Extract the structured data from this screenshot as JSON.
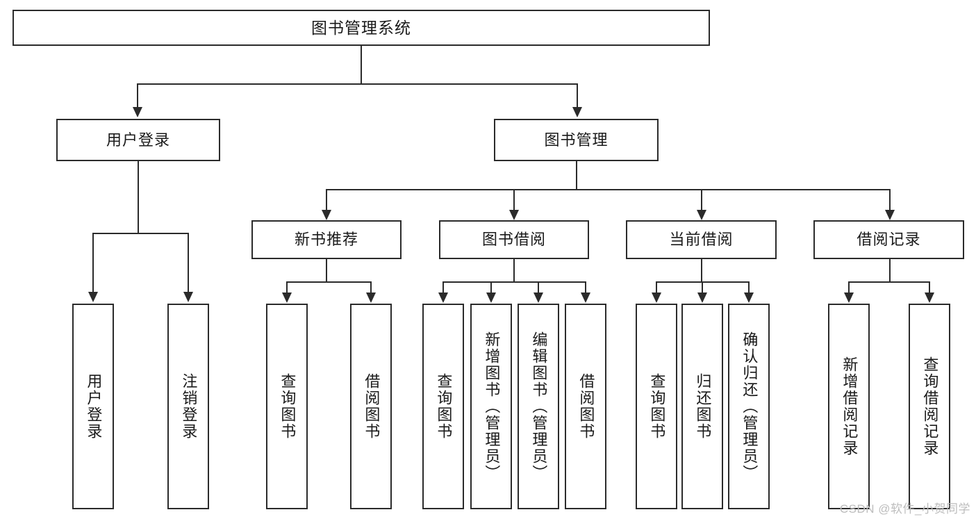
{
  "diagram": {
    "type": "tree-hierarchy",
    "title": "图书管理系统",
    "root": {
      "label": "图书管理系统"
    },
    "level1": [
      {
        "id": "user-login",
        "label": "用户登录"
      },
      {
        "id": "book-manage",
        "label": "图书管理"
      }
    ],
    "level2": [
      {
        "id": "new-book-recommend",
        "label": "新书推荐",
        "parent": "book-manage"
      },
      {
        "id": "book-borrow",
        "label": "图书借阅",
        "parent": "book-manage"
      },
      {
        "id": "current-borrow",
        "label": "当前借阅",
        "parent": "book-manage"
      },
      {
        "id": "borrow-record",
        "label": "借阅记录",
        "parent": "book-manage"
      }
    ],
    "leaves": {
      "user_login": [
        {
          "id": "leaf-user-login",
          "label": "用户登录"
        },
        {
          "id": "leaf-logout-login",
          "label": "注销登录"
        }
      ],
      "new_book_recommend": [
        {
          "id": "leaf-query-book-1",
          "label": "查询图书"
        },
        {
          "id": "leaf-borrow-book-1",
          "label": "借阅图书"
        }
      ],
      "book_borrow": [
        {
          "id": "leaf-query-book-2",
          "label": "查询图书"
        },
        {
          "id": "leaf-add-book",
          "label": "新增图书（管理员）"
        },
        {
          "id": "leaf-edit-book",
          "label": "编辑图书（管理员）"
        },
        {
          "id": "leaf-borrow-book-2",
          "label": "借阅图书"
        }
      ],
      "current_borrow": [
        {
          "id": "leaf-query-book-3",
          "label": "查询图书"
        },
        {
          "id": "leaf-return-book",
          "label": "归还图书"
        },
        {
          "id": "leaf-confirm-return",
          "label": "确认归还（管理员）"
        }
      ],
      "borrow_record": [
        {
          "id": "leaf-add-record",
          "label": "新增借阅记录"
        },
        {
          "id": "leaf-query-record",
          "label": "查询借阅记录"
        }
      ]
    },
    "watermark": "CSDN @软件_小贺同学",
    "colors": {
      "stroke": "#2b2b2b",
      "fill": "#ffffff",
      "text": "#1a1a1a",
      "watermark": "#bdbdbd"
    }
  }
}
